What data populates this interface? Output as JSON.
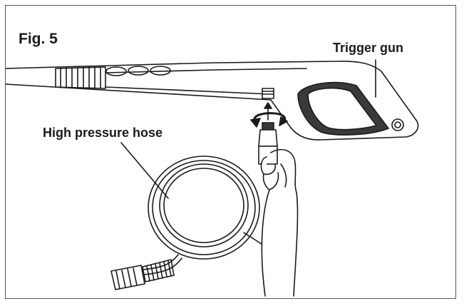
{
  "figure": {
    "label": "Fig. 5"
  },
  "callouts": {
    "trigger_gun": "Trigger gun",
    "high_pressure_hose": "High pressure hose"
  },
  "colors": {
    "line": "#1a1a1a",
    "frame": "#555555",
    "shade": "#3a3a3a"
  }
}
